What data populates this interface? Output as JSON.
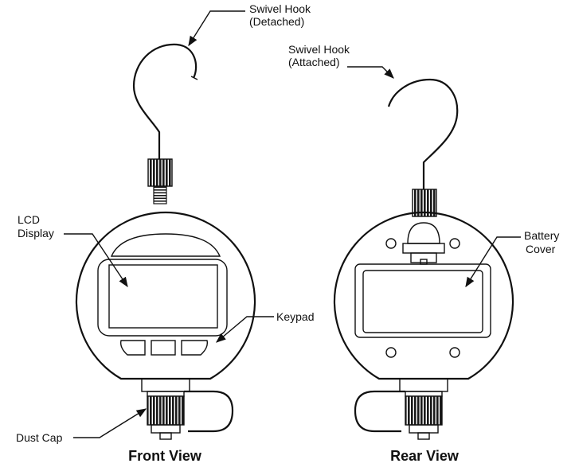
{
  "labels": {
    "swivel_detached_line1": "Swivel Hook",
    "swivel_detached_line2": "(Detached)",
    "swivel_attached_line1": "Swivel Hook",
    "swivel_attached_line2": "(Attached)",
    "lcd_line1": "LCD",
    "lcd_line2": "Display",
    "keypad": "Keypad",
    "battery_line1": "Battery",
    "battery_line2": "Cover",
    "dust_cap": "Dust Cap"
  },
  "captions": {
    "front": "Front View",
    "rear": "Rear View"
  },
  "colors": {
    "ink": "#111111",
    "paper": "#ffffff",
    "knurl": "#1a1a1a",
    "fill_light": "#f4f4f4"
  },
  "icons": {
    "hook": "swivel-hook-icon",
    "arrow": "callout-arrow-icon"
  }
}
